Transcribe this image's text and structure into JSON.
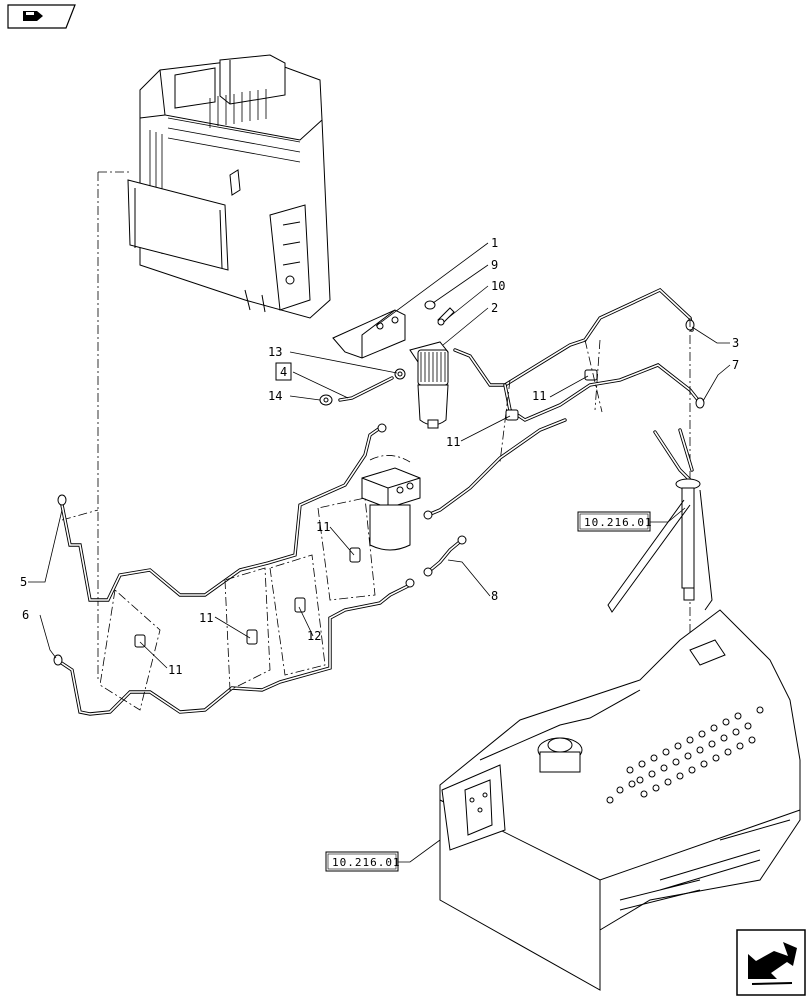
{
  "callouts": [
    {
      "id": "c1",
      "text": "1"
    },
    {
      "id": "c9",
      "text": "9"
    },
    {
      "id": "c10",
      "text": "10"
    },
    {
      "id": "c2",
      "text": "2"
    },
    {
      "id": "c13",
      "text": "13"
    },
    {
      "id": "c4",
      "text": "4"
    },
    {
      "id": "c14",
      "text": "14"
    },
    {
      "id": "c3",
      "text": "3"
    },
    {
      "id": "c7",
      "text": "7"
    },
    {
      "id": "c11a",
      "text": "11"
    },
    {
      "id": "c11b",
      "text": "11"
    },
    {
      "id": "c11c",
      "text": "11"
    },
    {
      "id": "c11d",
      "text": "11"
    },
    {
      "id": "c11e",
      "text": "11"
    },
    {
      "id": "c12",
      "text": "12"
    },
    {
      "id": "c8",
      "text": "8"
    },
    {
      "id": "c5",
      "text": "5"
    },
    {
      "id": "c6",
      "text": "6"
    }
  ],
  "references": {
    "ref_upper": "10.216.01",
    "ref_lower": "10.216.01"
  },
  "icons": {
    "top_left": "book-pointer-icon",
    "bottom_right": "next-page-arrow-icon"
  }
}
